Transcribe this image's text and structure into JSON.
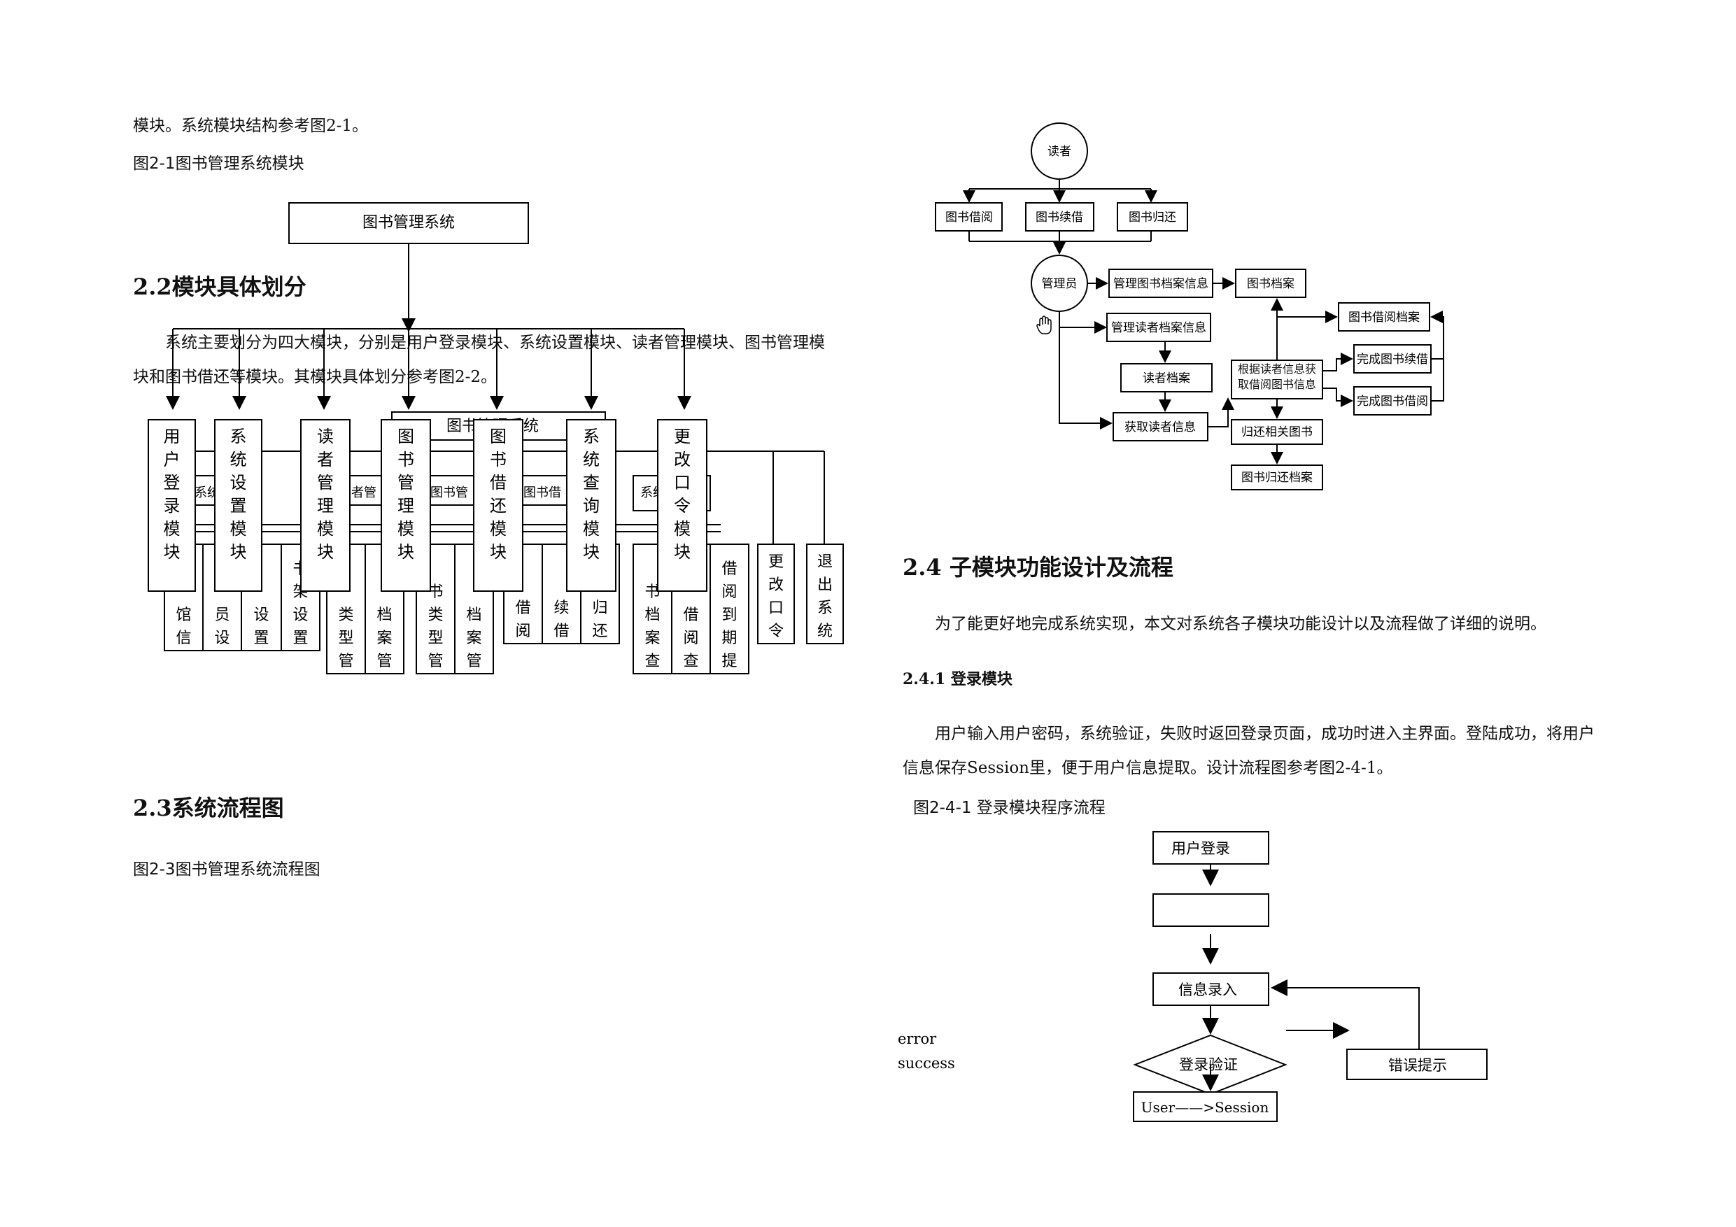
{
  "left_column": {
    "intro_line": "模块。系统模块结构参考图2-1。",
    "fig21_caption": "图2-1图书管理系统模块",
    "fig21": {
      "root": "图书管理系统",
      "ghost_root": "图书管理系统",
      "modules": [
        "用户登录模块",
        "系统设置模块",
        "读者管理模块",
        "图书管理模块",
        "图书借还模块",
        "系统查询模块",
        "更改口令模块"
      ],
      "ghost_labels": [
        "系统",
        "者管",
        "图书管",
        "图书借",
        "系统"
      ],
      "leaves": [
        "馆信",
        "员设",
        "设置",
        "书架设置",
        "类型管",
        "档案管",
        "书类型管",
        "档案管",
        "借阅",
        "续借",
        "归还",
        "书档案查",
        "借阅查",
        "借阅到期提",
        "更改口令",
        "退出系统"
      ]
    },
    "section_22": {
      "heading": "2.2模块具体划分",
      "paragraph": "系统主要划分为四大模块，分别是用户登录模块、系统设置模块、读者管理模块、图书管理模块和图书借还等模块。其模块具体划分参考图2-2。"
    },
    "section_23": {
      "heading": "2.3系统流程图",
      "caption": "图2-3图书管理系统流程图"
    }
  },
  "right_column": {
    "flow": {
      "reader": "读者",
      "borrow": "图书借阅",
      "renew": "图书续借",
      "return": "图书归还",
      "admin": "管理员",
      "manage_book_info": "管理图书档案信息",
      "book_archive": "图书档案",
      "manage_reader_info": "管理读者档案信息",
      "reader_archive": "读者档案",
      "get_reader_info": "获取读者信息",
      "fetch_book_info": "根据读者信息获取借阅图书信息",
      "borrow_archive": "图书借阅档案",
      "finish_renew": "完成图书续借",
      "finish_borrow": "完成图书借阅",
      "return_book": "归还相关图书",
      "return_archive": "图书归还档案"
    },
    "section_24": {
      "heading": "2.4 子模块功能设计及流程",
      "paragraph": "为了能更好地完成系统实现，本文对系统各子模块功能设计以及流程做了详细的说明。"
    },
    "section_241": {
      "heading": "2.4.1 登录模块",
      "paragraph": "用户输入用户密码，系统验证，失败时返回登录页面，成功时进入主界面。登陆成功，将用户信息保存Session里，便于用户信息提取。设计流程图参考图2-4-1。",
      "caption": "图2-4-1 登录模块程序流程"
    },
    "login_flow": {
      "user_login": "用户登录",
      "blank_box": "",
      "info_input": "信息录入",
      "verify": "登录验证",
      "error_tip": "错误提示",
      "session": "User——>Session",
      "error_label": "error",
      "success_label": "success"
    }
  }
}
